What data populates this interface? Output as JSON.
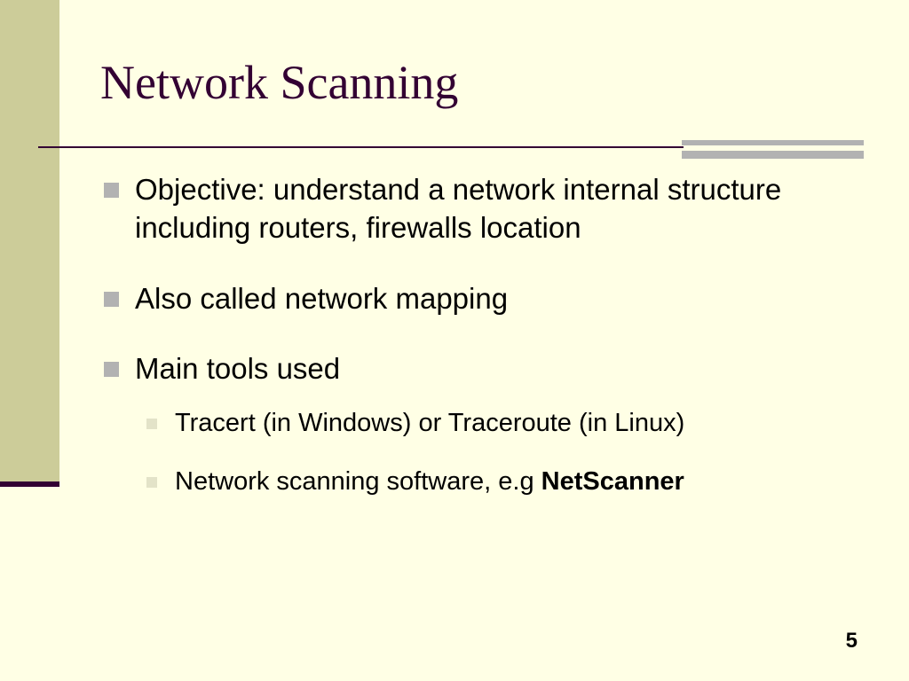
{
  "slide": {
    "title": "Network Scanning",
    "bullets": [
      {
        "text": "Objective: understand a network internal structure including routers, firewalls location"
      },
      {
        "text": "Also called network mapping"
      },
      {
        "text": "Main tools used"
      }
    ],
    "sub_bullets": [
      {
        "text": "Tracert (in Windows) or Traceroute (in Linux)"
      },
      {
        "prefix": "Network scanning software, e.g ",
        "bold": "NetScanner"
      }
    ],
    "page_number": "5"
  },
  "colors": {
    "background": "#FFFFE5",
    "left_band": "#CCCC99",
    "title_text": "#330033",
    "rule": "#330033",
    "bullet_marker": "#B2B2B2",
    "sub_bullet_marker": "#E3E3C8"
  }
}
